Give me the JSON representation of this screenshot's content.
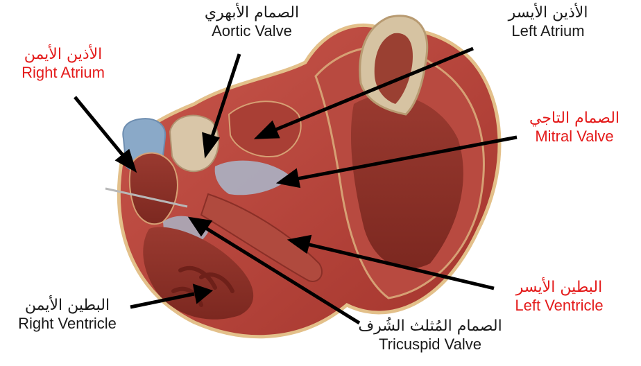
{
  "diagram": {
    "labels": {
      "aortic_valve": {
        "ar": "الصمام الأبهري",
        "en": "Aortic Valve"
      },
      "left_atrium": {
        "ar": "الأذين الأيسر",
        "en": "Left Atrium"
      },
      "right_atrium": {
        "ar": "الأذين الأيمن",
        "en": "Right Atrium"
      },
      "mitral_valve": {
        "ar": "الصمام التاجي",
        "en": "Mitral Valve"
      },
      "left_ventricle": {
        "ar": "البطين الأيسر",
        "en": "Left Ventricle"
      },
      "right_ventricle": {
        "ar": "البطين الأيمن",
        "en": "Right Ventricle"
      },
      "tricuspid_valve": {
        "ar": "الصمام المُثلث الشُرف",
        "en": "Tricuspid Valve"
      }
    },
    "colors": {
      "highlight_label": "#e41b1b",
      "normal_label": "#1a1a1a",
      "pointer": "#000000",
      "heart_muscle": "#b2423a",
      "heart_chamber": "#8e2f28",
      "heart_valve": "#d9c6a8",
      "vessel_blue": "#8aa9c8"
    }
  }
}
